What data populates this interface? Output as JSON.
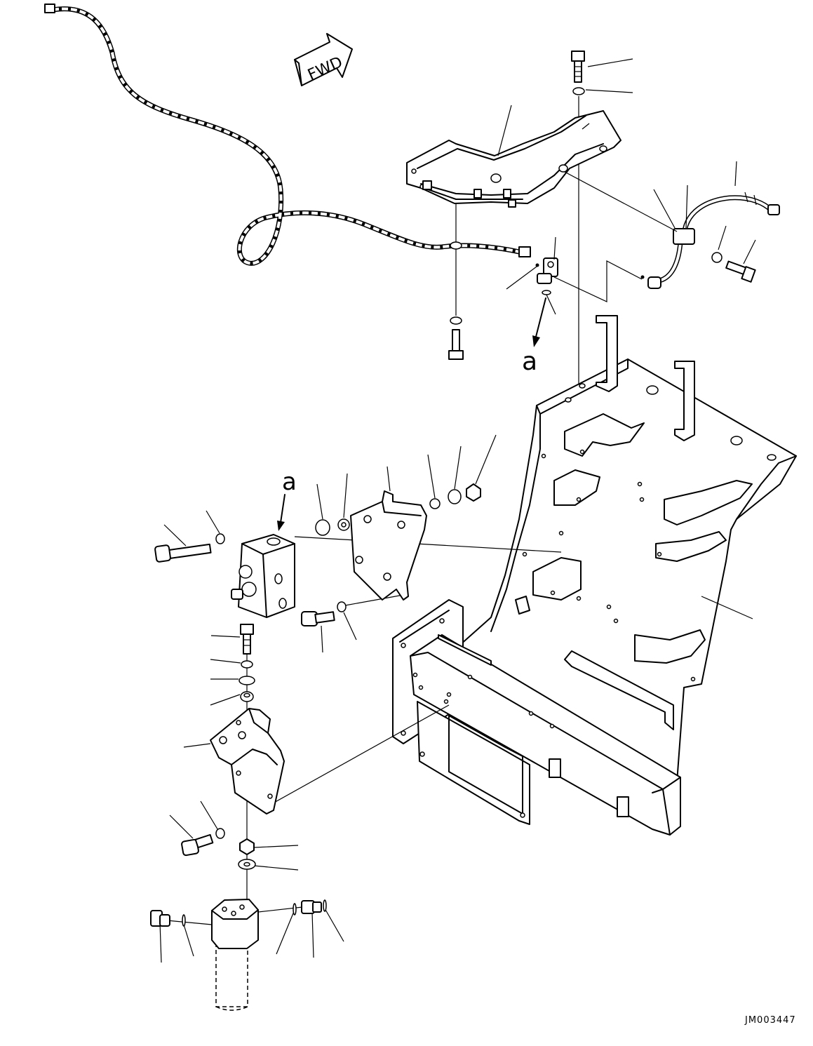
{
  "diagram": {
    "fwd_label": "FWD",
    "view_mark_top": "a",
    "view_mark_left": "a",
    "drawing_code": "JM003447"
  },
  "colors": {
    "line": "#000000",
    "background": "#ffffff"
  }
}
